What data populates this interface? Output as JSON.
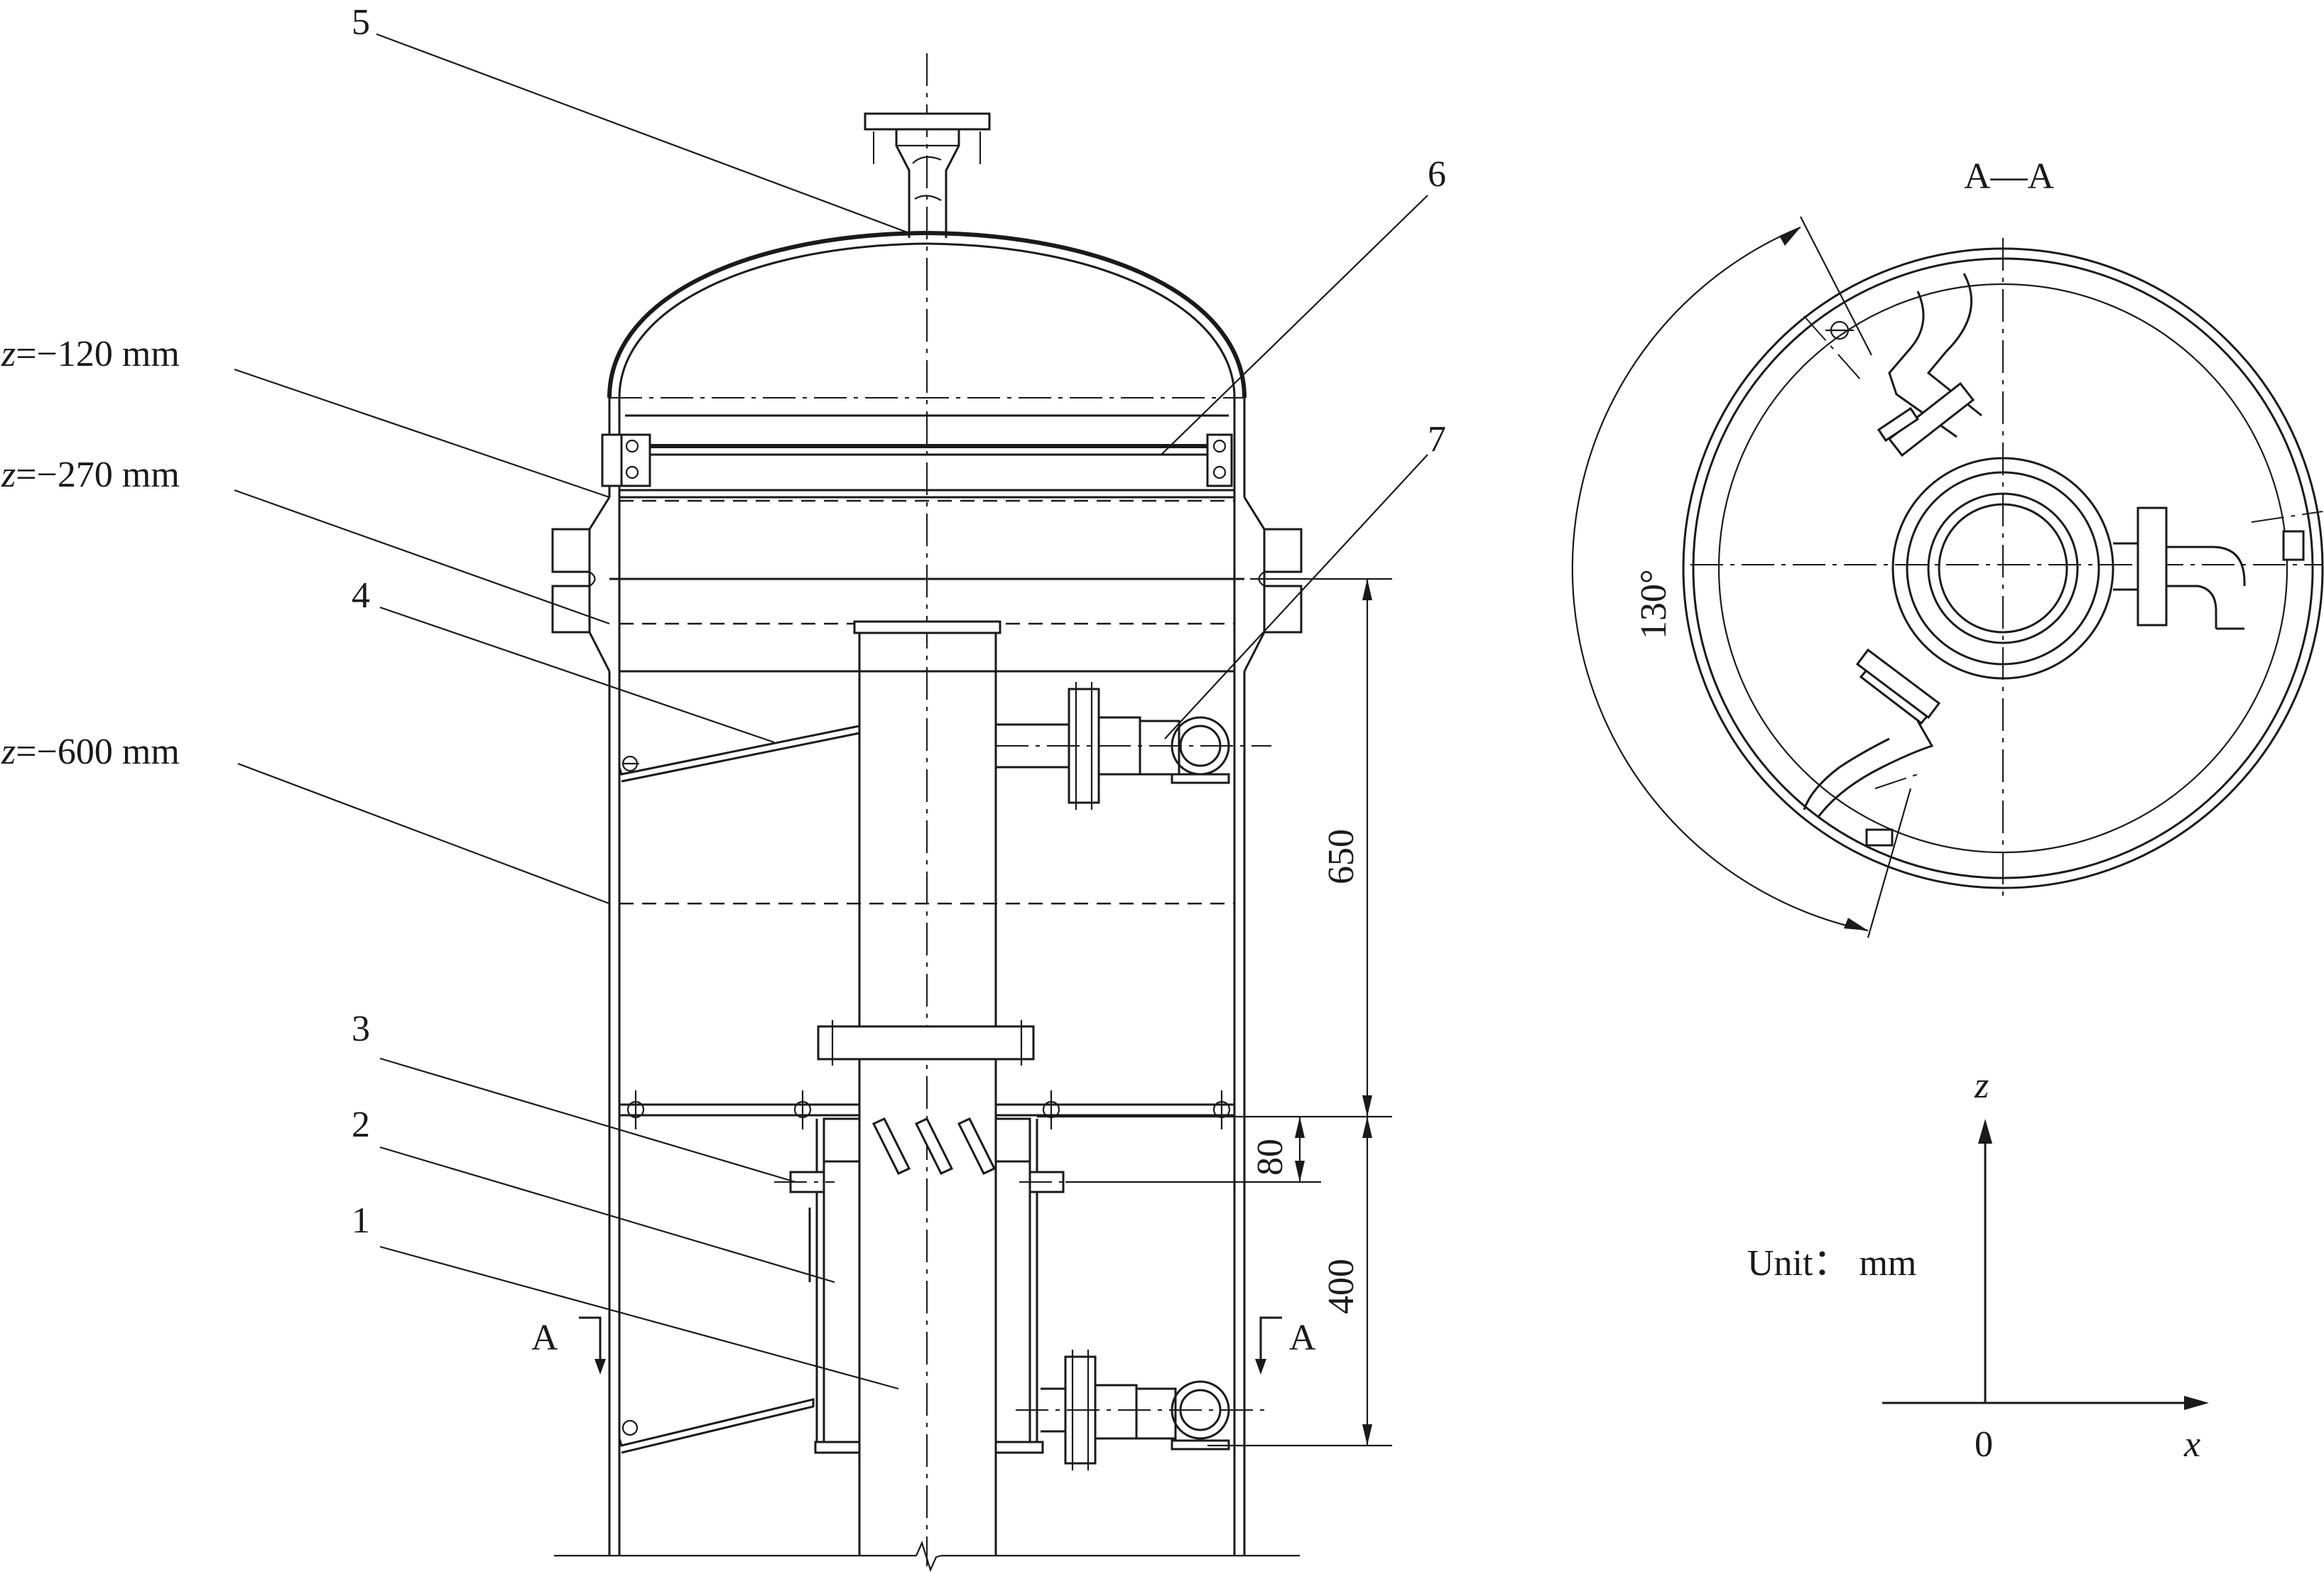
{
  "callouts": {
    "c1": "1",
    "c2": "2",
    "c3": "3",
    "c4": "4",
    "c5": "5",
    "c6": "6",
    "c7": "7"
  },
  "levels": {
    "z120_var": "z",
    "z120_val": "=−120 mm",
    "z270_var": "z",
    "z270_val": "=−270 mm",
    "z600_var": "z",
    "z600_val": "=−600 mm"
  },
  "dimensions": {
    "d650": "650",
    "d80": "80",
    "d400": "400",
    "angle": "130°"
  },
  "section": {
    "title": "A—A",
    "mark_left": "A",
    "mark_right": "A"
  },
  "axes": {
    "z_label": "z",
    "x_label": "x",
    "origin": "0"
  },
  "unit_label": "Unit： mm"
}
